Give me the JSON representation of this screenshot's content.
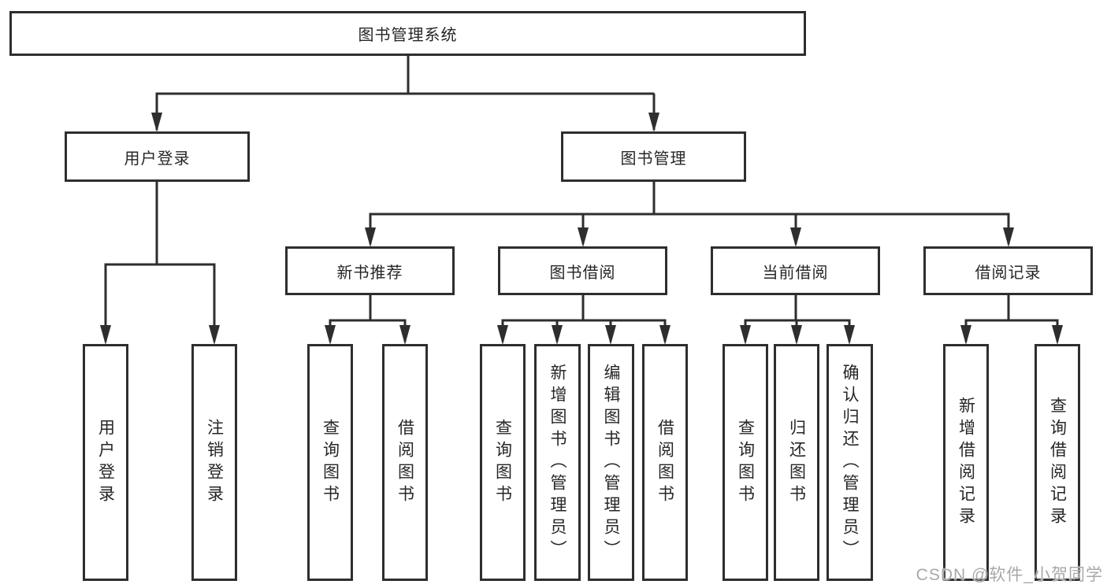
{
  "diagram": {
    "type": "hierarchy-tree",
    "hierarchy": {
      "label": "图书管理系统",
      "children": [
        {
          "label": "用户登录",
          "children": [
            {
              "label": "用户登录"
            },
            {
              "label": "注销登录"
            }
          ]
        },
        {
          "label": "图书管理",
          "children": [
            {
              "label": "新书推荐",
              "children": [
                {
                  "label": "查询图书"
                },
                {
                  "label": "借阅图书"
                }
              ]
            },
            {
              "label": "图书借阅",
              "children": [
                {
                  "label": "查询图书"
                },
                {
                  "label": "新增图书（管理员）"
                },
                {
                  "label": "编辑图书（管理员）"
                },
                {
                  "label": "借阅图书"
                }
              ]
            },
            {
              "label": "当前借阅",
              "children": [
                {
                  "label": "查询图书"
                },
                {
                  "label": "归还图书"
                },
                {
                  "label": "确认归还（管理员）"
                }
              ]
            },
            {
              "label": "借阅记录",
              "children": [
                {
                  "label": "新增借阅记录"
                },
                {
                  "label": "查询借阅记录"
                }
              ]
            }
          ]
        }
      ]
    }
  },
  "nodes": {
    "root": "图书管理系统",
    "login": "用户登录",
    "manage": "图书管理",
    "recommend": "新书推荐",
    "borrow": "图书借阅",
    "current": "当前借阅",
    "records": "借阅记录",
    "login_user": "用户登录",
    "login_logout": "注销登录",
    "rec_query": "查询图书",
    "rec_borrow": "借阅图书",
    "bor_query": "查询图书",
    "bor_add": "新增图书（管理员）",
    "bor_edit": "编辑图书（管理员）",
    "bor_borrow": "借阅图书",
    "cur_query": "查询图书",
    "cur_return": "归还图书",
    "cur_confirm": "确认归还（管理员）",
    "recs_add": "新增借阅记录",
    "recs_query": "查询借阅记录"
  },
  "watermark": "CSDN @软件_小贺同学",
  "colors": {
    "line": "#2e2e2e",
    "text": "#262626",
    "box_background": "#ffffff",
    "watermark": "#a8a8a8"
  }
}
